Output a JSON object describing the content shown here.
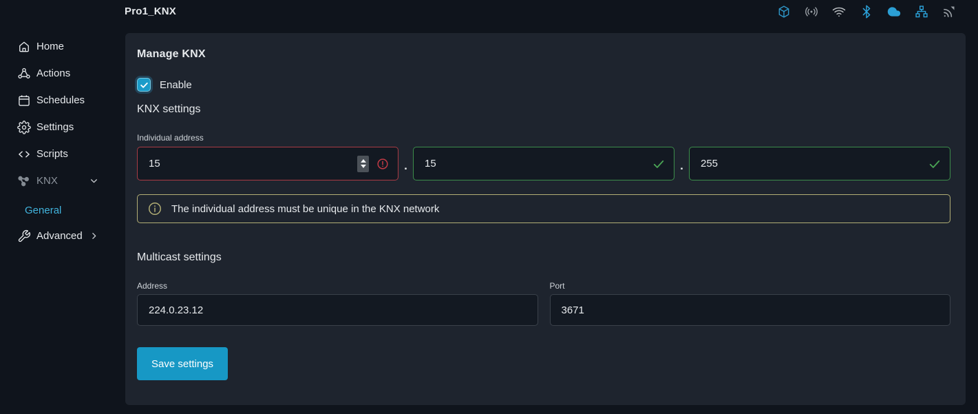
{
  "topbar": {
    "title": "Pro1_KNX",
    "status_icons": [
      {
        "name": "cube-icon",
        "color": "#2e96c8"
      },
      {
        "name": "radio-icon",
        "color": "#9aa0a6"
      },
      {
        "name": "wifi-icon",
        "color": "#b9bdc1"
      },
      {
        "name": "bluetooth-icon",
        "color": "#2ba2da"
      },
      {
        "name": "cloud-icon",
        "color": "#2b9fd4"
      },
      {
        "name": "lan-icon",
        "color": "#2ba2da"
      },
      {
        "name": "nfc-icon",
        "color": "#9aa0a6"
      }
    ]
  },
  "sidebar": {
    "items": [
      {
        "label": "Home",
        "icon": "home-icon"
      },
      {
        "label": "Actions",
        "icon": "actions-icon"
      },
      {
        "label": "Schedules",
        "icon": "calendar-icon"
      },
      {
        "label": "Settings",
        "icon": "gear-icon"
      },
      {
        "label": "Scripts",
        "icon": "code-icon"
      },
      {
        "label": "KNX",
        "icon": "knx-icon",
        "expanded": true
      },
      {
        "label": "General",
        "active": true
      },
      {
        "label": "Advanced",
        "icon": "wrench-icon",
        "has_submenu": true
      }
    ]
  },
  "main": {
    "title": "Manage KNX",
    "enable": {
      "label": "Enable",
      "checked": true
    },
    "knx_settings": {
      "heading": "KNX settings",
      "individual_address": {
        "label": "Individual address",
        "separator": ".",
        "segments": [
          {
            "value": "15",
            "state": "error"
          },
          {
            "value": "15",
            "state": "valid"
          },
          {
            "value": "255",
            "state": "valid"
          }
        ]
      },
      "info_message": "The individual address must be unique in the KNX network"
    },
    "multicast": {
      "heading": "Multicast settings",
      "address": {
        "label": "Address",
        "value": "224.0.23.12"
      },
      "port": {
        "label": "Port",
        "value": "3671"
      }
    },
    "save_button_label": "Save settings"
  },
  "colors": {
    "background": "#0f141c",
    "card": "#1e242e",
    "accent": "#1798c5",
    "active_link": "#41b4dd",
    "error_border": "#a93b44",
    "valid_border": "#3c8d4a",
    "info_border": "#b3af75"
  }
}
